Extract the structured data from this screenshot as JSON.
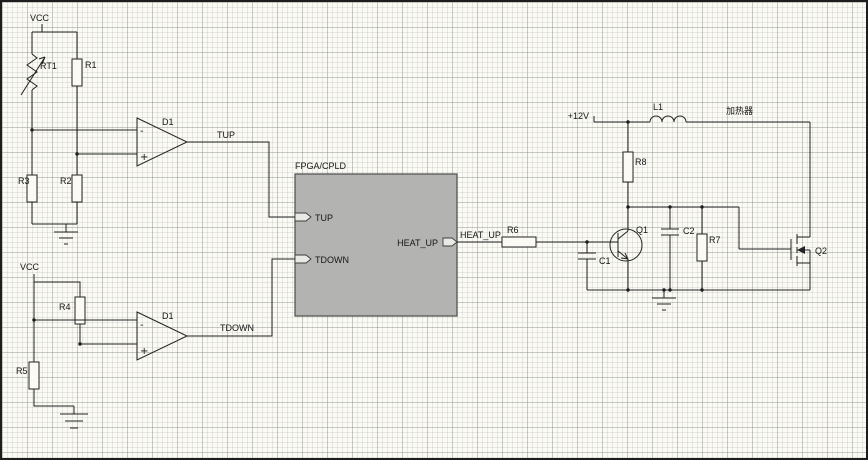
{
  "colors": {
    "paper": "#fbfaf5",
    "grid_major": "#7a8a7a",
    "grid_minor": "#8a9a8a",
    "wire": "#222222",
    "fpga_fill": "#b3b3b1"
  },
  "left": {
    "vcc_top": "VCC",
    "rt1": "RT1",
    "r1": "R1",
    "r3": "R3",
    "r2": "R2",
    "vcc_bottom": "VCC",
    "r4": "R4",
    "r5": "R5",
    "comp_top": {
      "ref": "D1",
      "minus": "-",
      "plus": "+",
      "out": "TUP"
    },
    "comp_bottom": {
      "ref": "D1",
      "minus": "-",
      "plus": "+",
      "out": "TDOWN"
    }
  },
  "fpga": {
    "title": "FPGA/CPLD",
    "pin_tup": "TUP",
    "pin_tdown": "TDOWN",
    "pin_heat_up": "HEAT_UP"
  },
  "right": {
    "net_heat_up": "HEAT_UP",
    "r6": "R6",
    "c1": "C1",
    "q1": "Q1",
    "rail": "+12V",
    "l1": "L1",
    "load": "加热器",
    "r8": "R8",
    "c2": "C2",
    "r7": "R7",
    "q2": "Q2"
  }
}
